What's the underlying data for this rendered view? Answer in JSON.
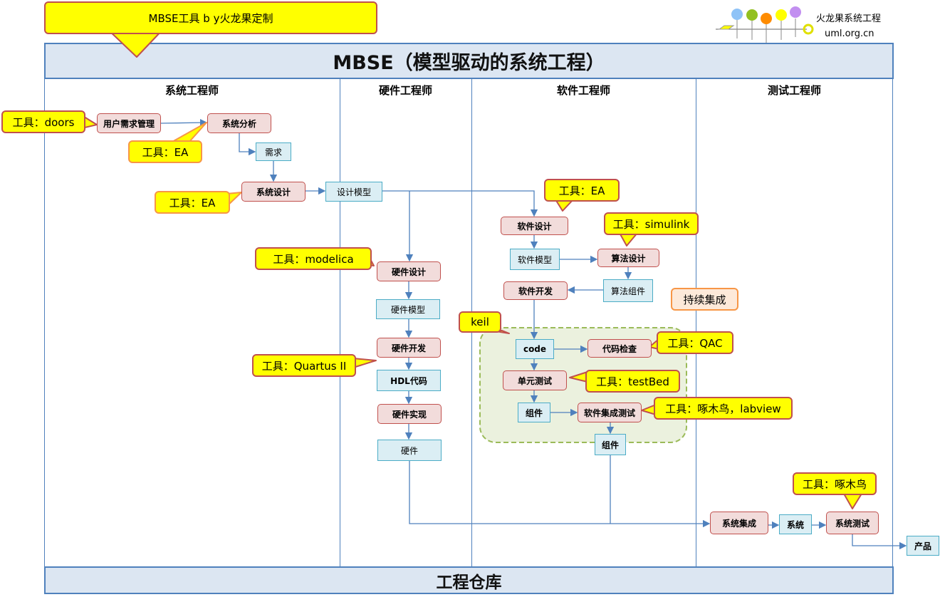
{
  "top_callout": "MBSE工具 b y火龙果定制",
  "logo": {
    "name": "火龙果系统工程",
    "url": "uml.org.cn"
  },
  "header": {
    "title": "MBSE（模型驱动的系统工程）"
  },
  "footer": {
    "title": "工程仓库"
  },
  "lanes": [
    "系统工程师",
    "硬件工程师",
    "软件工程师",
    "测试工程师"
  ],
  "nodes": {
    "user_req": "用户需求管理",
    "sys_analysis": "系统分析",
    "req": "需求",
    "sys_design": "系统设计",
    "design_model": "设计模型",
    "sw_design": "软件设计",
    "sw_model": "软件模型",
    "algo_design": "算法设计",
    "algo_comp": "算法组件",
    "sw_dev": "软件开发",
    "hw_design": "硬件设计",
    "hw_model": "硬件模型",
    "hw_dev": "硬件开发",
    "hdl": "HDL代码",
    "hw_impl": "硬件实现",
    "hw": "硬件",
    "code": "code",
    "code_check": "代码检查",
    "unit_test": "单元测试",
    "comp1": "组件",
    "sw_integ_test": "软件集成测试",
    "comp2": "组件",
    "sys_integ": "系统集成",
    "system": "系统",
    "sys_test": "系统测试",
    "product": "产品"
  },
  "callouts": {
    "doors": "工具：doors",
    "ea1": "工具：EA",
    "ea2": "工具：EA",
    "ea3": "工具：EA",
    "simulink": "工具：simulink",
    "modelica": "工具：modelica",
    "keil": "keil",
    "ci": "持续集成",
    "qac": "工具：QAC",
    "testbed": "工具：testBed",
    "quartus": "工具：Quartus II",
    "woodpecker_labview": "工具：啄木鸟，labview",
    "woodpecker": "工具：啄木鸟"
  }
}
